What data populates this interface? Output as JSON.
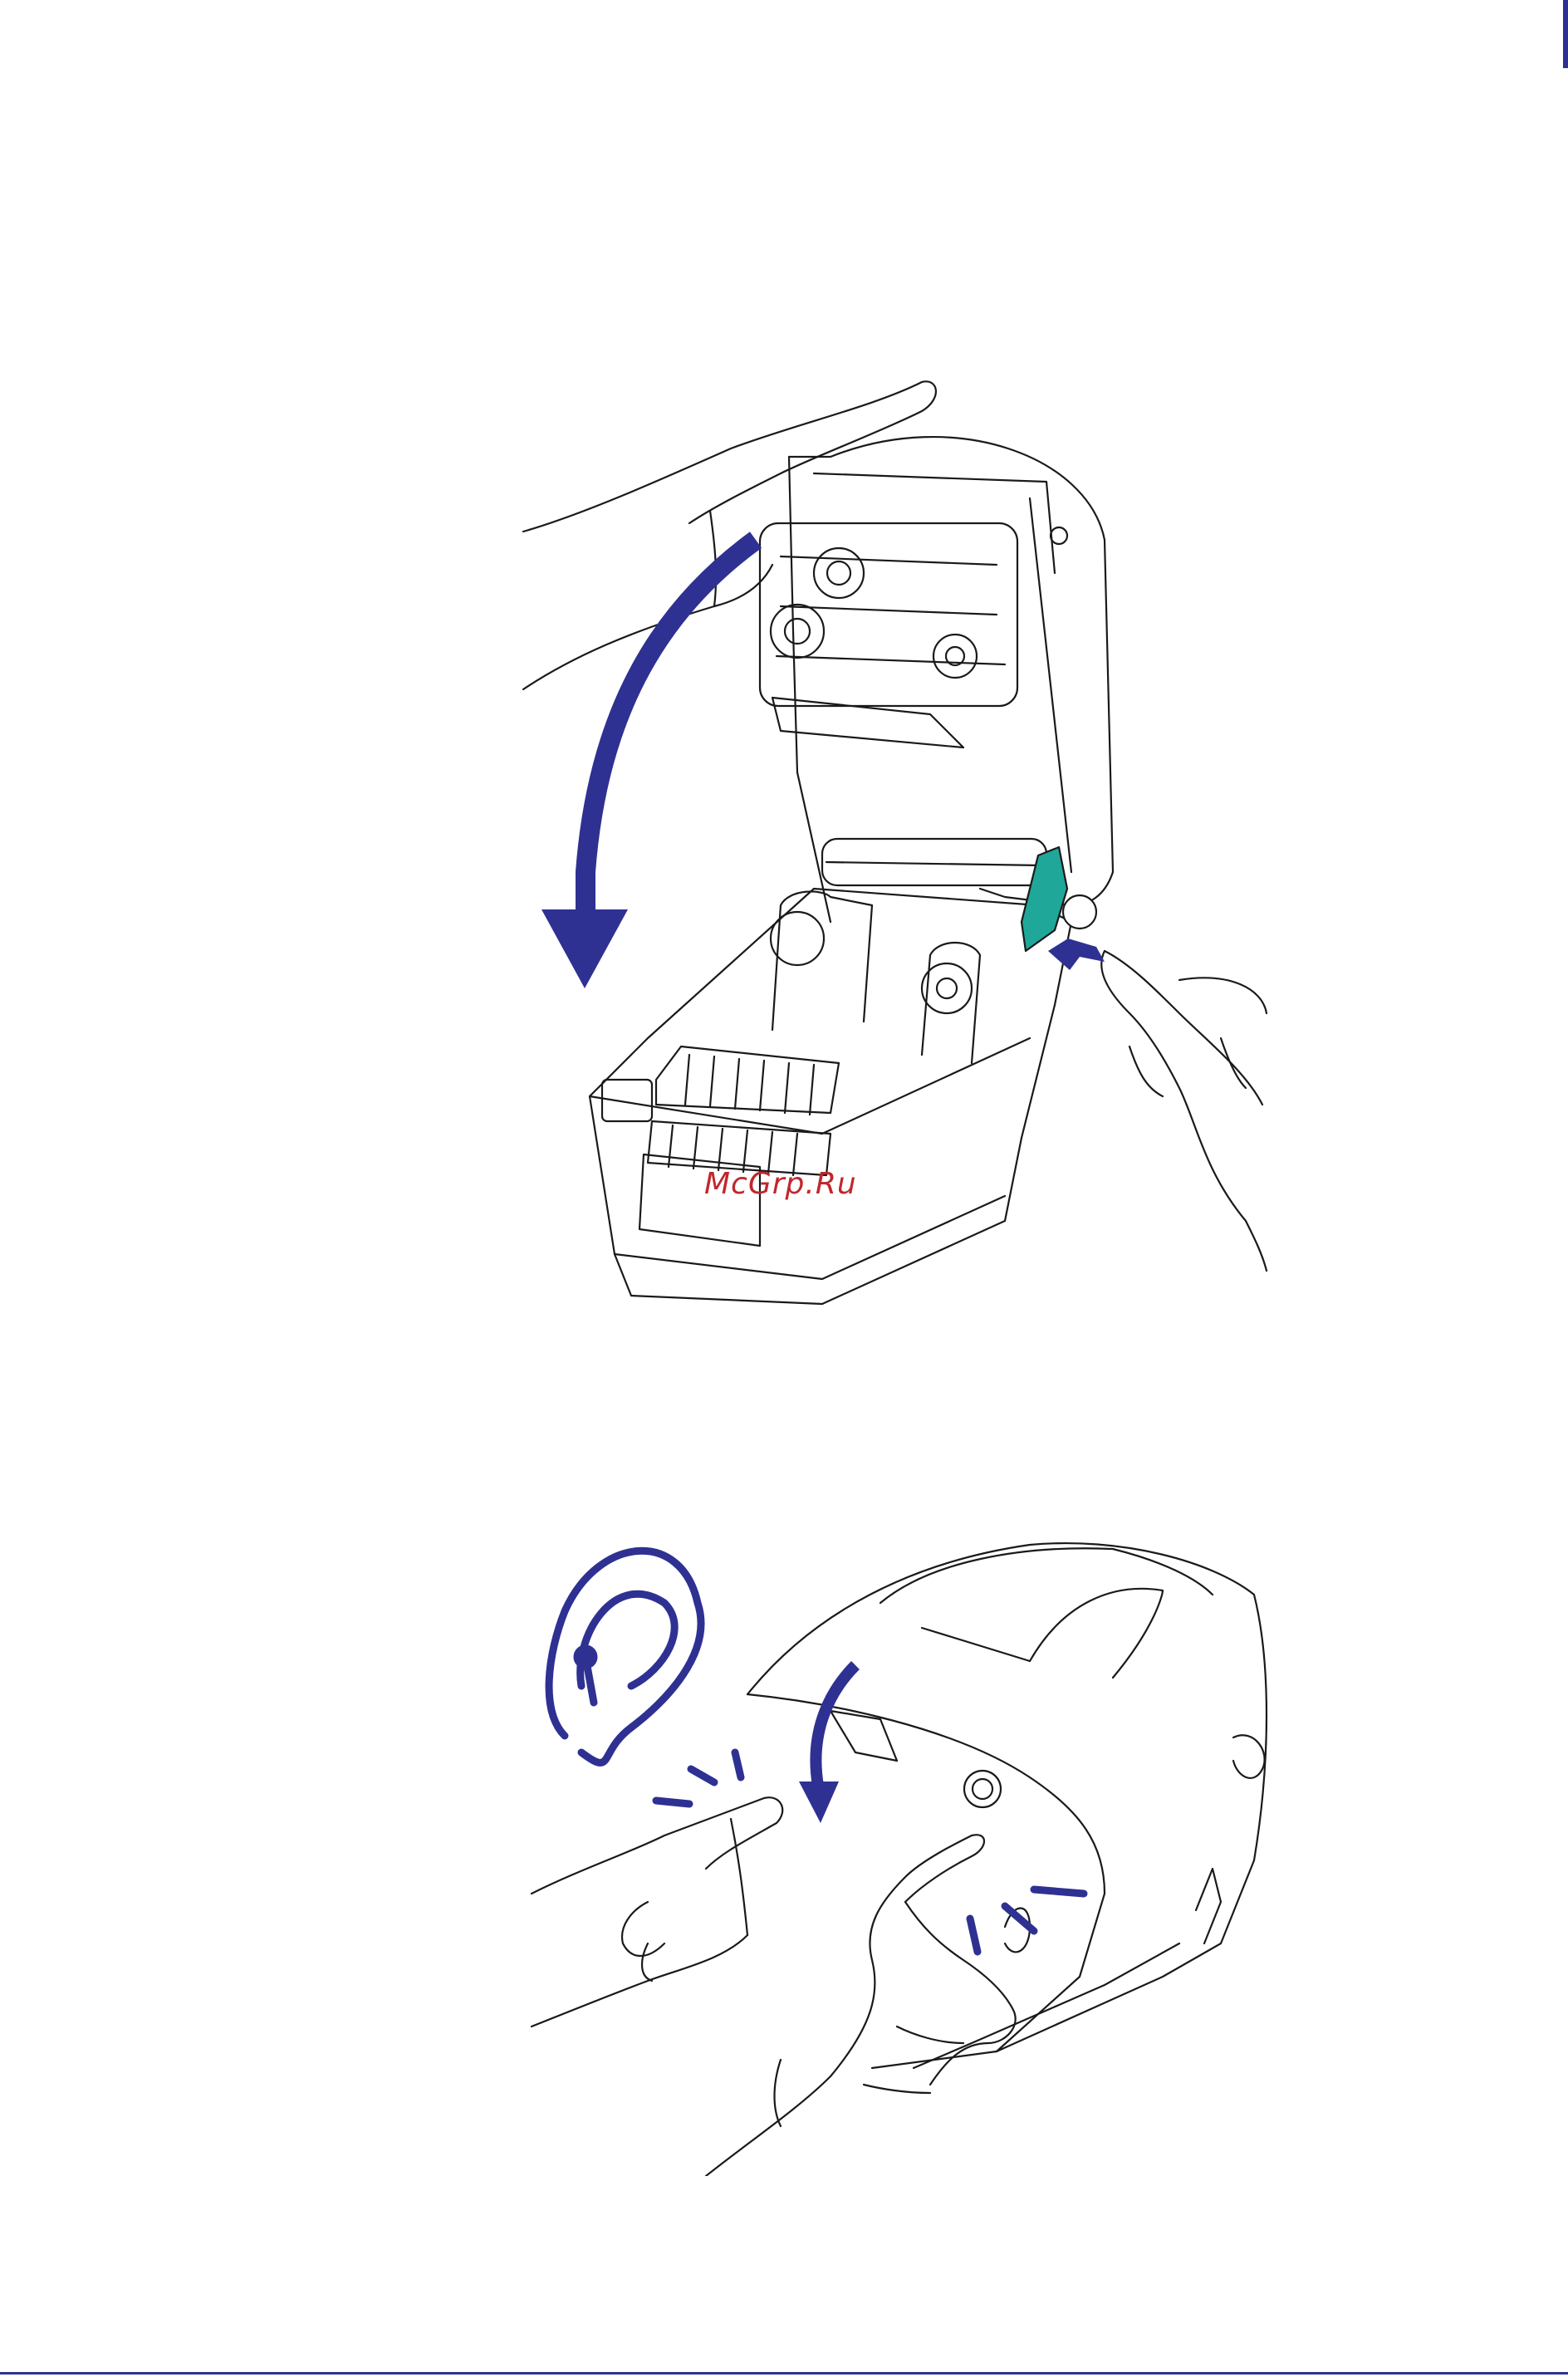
{
  "watermark": {
    "text": "McGrp.Ru"
  },
  "colors": {
    "accent_blue": "#2e3192",
    "release_tab_teal": "#1fa89a",
    "watermark_red": "#c0272d",
    "line": "#1a1a1a"
  },
  "figures": [
    {
      "id": "close-cover",
      "icons": [
        "down-arrow-icon",
        "push-arrow-icon"
      ]
    },
    {
      "id": "press-to-snap",
      "icons": [
        "ear-icon",
        "down-arrow-icon",
        "click-lines-icon"
      ]
    }
  ]
}
